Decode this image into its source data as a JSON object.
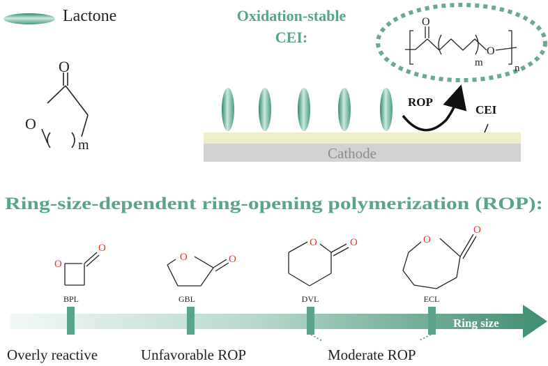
{
  "colors": {
    "teal": "#5aa58a",
    "teal_dark": "#3f8d70",
    "oxygen_red": "#e8322b",
    "cei_layer": "#eeeec8",
    "cathode": "#d2d2d2",
    "dots": "#6aa98f",
    "text_dark": "#222222"
  },
  "legend": {
    "label": "Lactone"
  },
  "generic_lactone": {
    "o_carbonyl": "O",
    "o_ring": "O",
    "subscript": "m"
  },
  "cei_panel": {
    "title_line1": "Oxidation-stable",
    "title_line2": "CEI:",
    "polymer": {
      "o_carbonyl": "O",
      "o_chain": "O",
      "m": "m",
      "n": "n"
    },
    "rop_label": "ROP",
    "cei_label": "CEI",
    "cathode_label": "Cathode"
  },
  "section_title": "Ring-size-dependent ring-opening polymerization (ROP):",
  "lactones": [
    {
      "name": "BPL",
      "o_ring": "O",
      "o_carbonyl": "O"
    },
    {
      "name": "GBL",
      "o_ring": "O",
      "o_carbonyl": "O"
    },
    {
      "name": "DVL",
      "o_ring": "O",
      "o_carbonyl": "O"
    },
    {
      "name": "ECL",
      "o_ring": "O",
      "o_carbonyl": "O"
    }
  ],
  "arrow_label": "Ring size",
  "categories": [
    "Overly reactive",
    "Unfavorable ROP",
    "Moderate ROP"
  ]
}
